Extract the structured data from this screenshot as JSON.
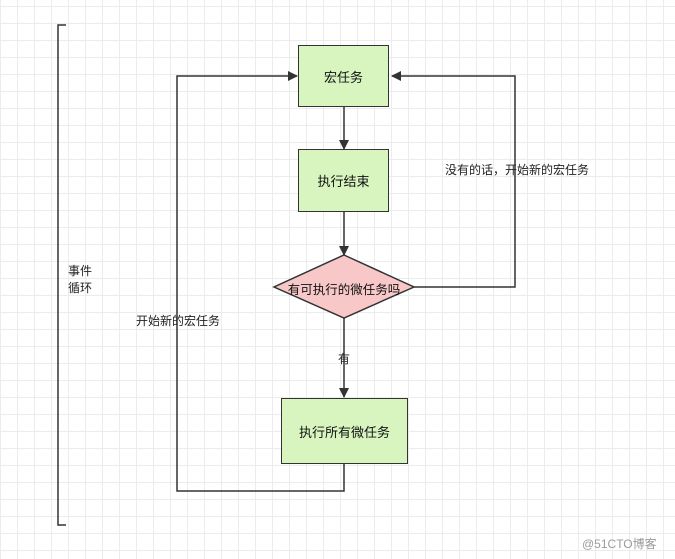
{
  "diagram": {
    "side_label_line1": "事件",
    "side_label_line2": "循环",
    "nodes": {
      "macro_task": "宏任务",
      "exec_done": "执行结束",
      "decision": "有可执行的微任务吗",
      "exec_micro": "执行所有微任务"
    },
    "edges": {
      "yes_label": "有",
      "no_label": "没有的话，开始新的宏任务",
      "loop_label": "开始新的宏任务"
    }
  },
  "watermark": "@51CTO博客",
  "colors": {
    "box_fill": "#d8f5c0",
    "diamond_fill": "#f8c8c8",
    "stroke": "#333333"
  }
}
